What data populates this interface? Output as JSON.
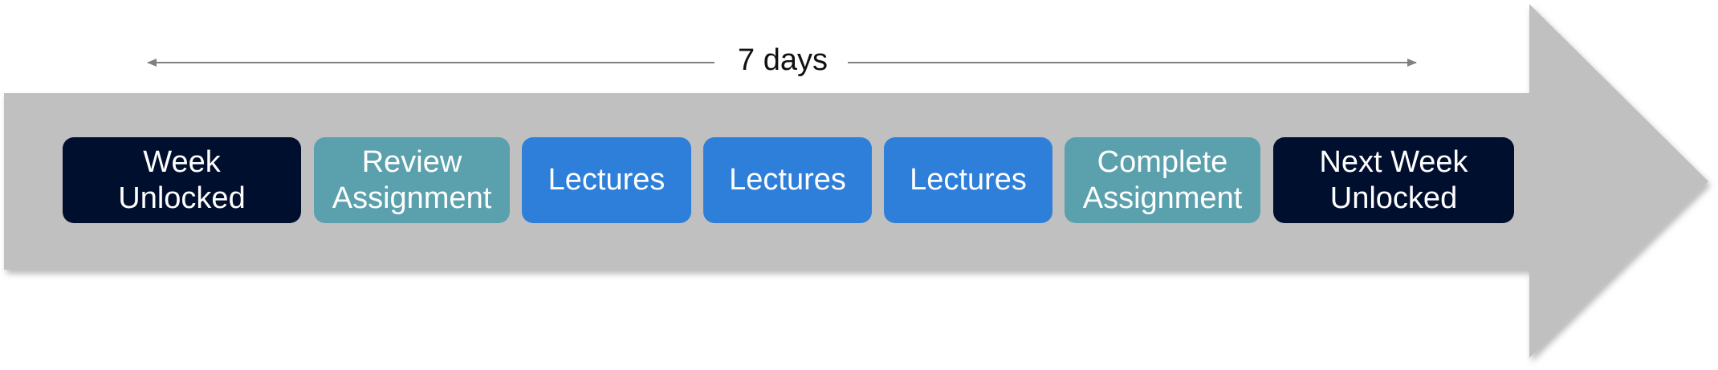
{
  "timeline": {
    "span_label": "7 days"
  },
  "steps": [
    {
      "label": "Week\nUnlocked",
      "color": "#010f2f"
    },
    {
      "label": "Review\nAssignment",
      "color": "#5aa1ad"
    },
    {
      "label": "Lectures",
      "color": "#2e7fd9"
    },
    {
      "label": "Lectures",
      "color": "#2e7fd9"
    },
    {
      "label": "Lectures",
      "color": "#2e7fd9"
    },
    {
      "label": "Complete\nAssignment",
      "color": "#5aa1ad"
    },
    {
      "label": "Next Week\nUnlocked",
      "color": "#010f2f"
    }
  ],
  "colors": {
    "arrow_body": "#c0c0c0",
    "span_line": "#808080"
  }
}
